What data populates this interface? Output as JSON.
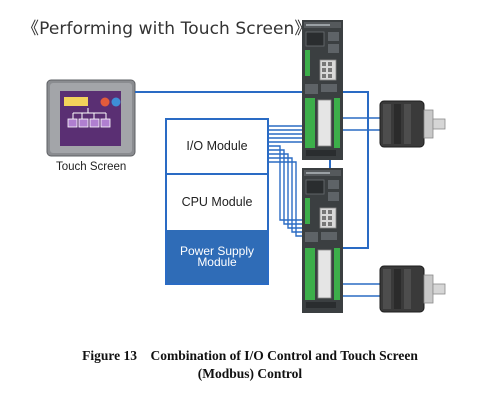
{
  "title": "《Performing with Touch Screen》",
  "touch_screen": {
    "label": "Touch Screen"
  },
  "plc": {
    "io_module": "I/O Module",
    "cpu_module": "CPU Module",
    "power_module": "Power Supply Module"
  },
  "caption": {
    "line1": "Figure 13    Combination of I/O Control and Touch Screen",
    "line2": "(Modbus) Control"
  },
  "colors": {
    "cable_blue": "#2a6bc4",
    "power_module_bg": "#2f6cb7",
    "driver_body": "#3b3f41",
    "terminal_green": "#3cae4a"
  }
}
